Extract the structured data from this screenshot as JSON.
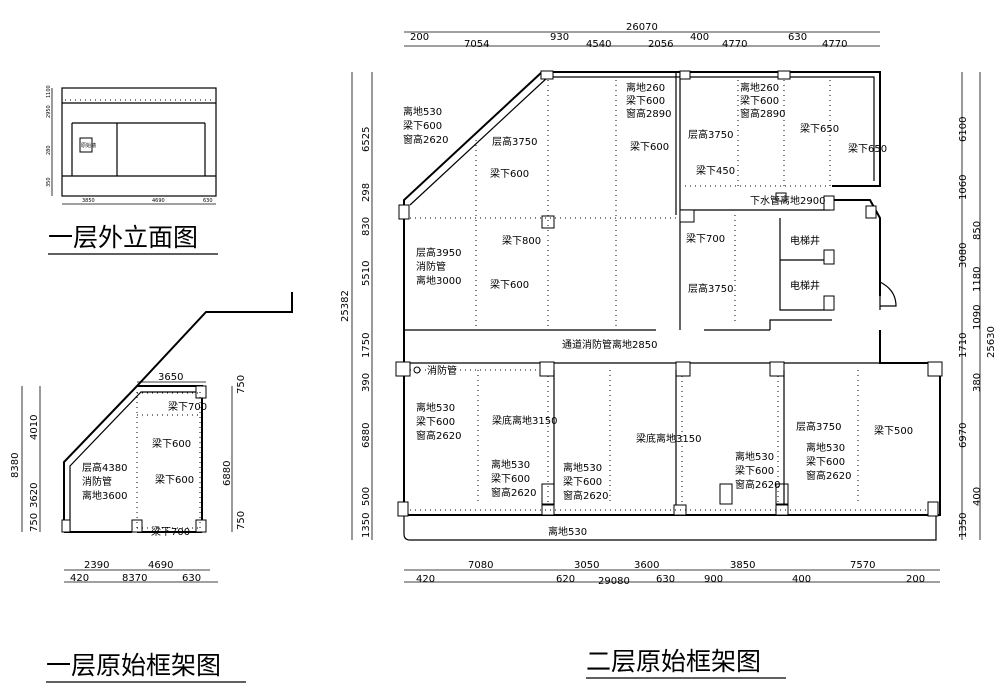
{
  "titles": {
    "elevation": "一层外立面图",
    "floor1": "一层原始框架图",
    "floor2": "二层原始框架图"
  },
  "elevation": {
    "dims_left": [
      "1100",
      "2950",
      "280",
      "350"
    ],
    "dims_bottom": [
      "3850",
      "4690",
      "630"
    ],
    "tag": "原始墙"
  },
  "floor1": {
    "dims_top": [
      "3650"
    ],
    "dims_right": [
      "750",
      "6880",
      "750"
    ],
    "dims_left_outer": [
      "8380"
    ],
    "dims_left_inner": [
      "4010",
      "3620",
      "750"
    ],
    "dims_bottom_row1": [
      "2390",
      "4690"
    ],
    "dims_bottom_row2": [
      "420",
      "8370",
      "630"
    ],
    "labels": {
      "beam_700_top": "梁下700",
      "beam_600_a": "梁下600",
      "beam_600_b": "梁下600",
      "beam_700_bottom": "梁下700",
      "floor_height_1": "层高4380",
      "fire_pipe_1": "消防管",
      "above_floor_1": "离地3600"
    }
  },
  "floor2": {
    "dims_top_total": "26070",
    "dims_top": [
      "200",
      "7054",
      "930",
      "4540",
      "2056",
      "400",
      "4770",
      "630",
      "4770"
    ],
    "dims_left_total": "25382",
    "dims_left": [
      "6525",
      "298",
      "830",
      "5510",
      "1750",
      "390",
      "6880",
      "500",
      "1350"
    ],
    "dims_right_total": "25630",
    "dims_right": [
      "6100",
      "1060",
      "850",
      "3080",
      "1180",
      "1090",
      "1710",
      "380",
      "6970",
      "400",
      "1350"
    ],
    "dims_bottom_total": "29080",
    "dims_bottom_row1": [
      "7080",
      "3050",
      "3600",
      "3850",
      "7570"
    ],
    "dims_bottom_row2": [
      "420",
      "620",
      "630",
      "900",
      "400",
      "200"
    ],
    "labels": {
      "l1_above": "离地530",
      "l1_beam": "梁下600",
      "l1_window": "窗高2620",
      "floor_height_3750_a": "层高3750",
      "beam_600_a": "梁下600",
      "beam_600_b": "梁下600",
      "l2_above": "离地260",
      "l2_beam": "梁下600",
      "l2_window": "窗高2890",
      "l3_above": "离地260",
      "l3_beam": "梁下600",
      "l3_window": "窗高2890",
      "floor_height_3750_b": "层高3750",
      "beam_650_a": "梁下650",
      "beam_650_b": "梁下650",
      "beam_450": "梁下450",
      "drain_pipe": "下水管离地2900",
      "floor_height_3950": "层高3950",
      "fire_pipe_2": "消防管",
      "above_3000": "离地3000",
      "beam_800": "梁下800",
      "beam_600_c": "梁下600",
      "beam_700": "梁下700",
      "floor_height_3750_c": "层高3750",
      "elevator_1": "电梯井",
      "elevator_2": "电梯井",
      "corridor": "通道消防管离地2850",
      "fire_pipe_3": "消防管",
      "r1_above": "离地530",
      "r1_beam": "梁下600",
      "r1_window": "窗高2620",
      "beam_bottom_3150_a": "梁底离地3150",
      "r2_above": "离地530",
      "r2_beam": "梁下600",
      "r2_window": "窗高2620",
      "r3_above": "离地530",
      "r3_beam": "梁下600",
      "r3_window": "窗高2620",
      "beam_bottom_3150_b": "梁底离地3150",
      "r4_above": "离地530",
      "r4_beam": "梁下600",
      "r4_window": "窗高2620",
      "floor_height_3750_d": "层高3750",
      "beam_500": "梁下500",
      "r5_above": "离地530",
      "r5_beam": "梁下600",
      "r5_window": "窗高2620",
      "balcony": "离地530"
    }
  }
}
